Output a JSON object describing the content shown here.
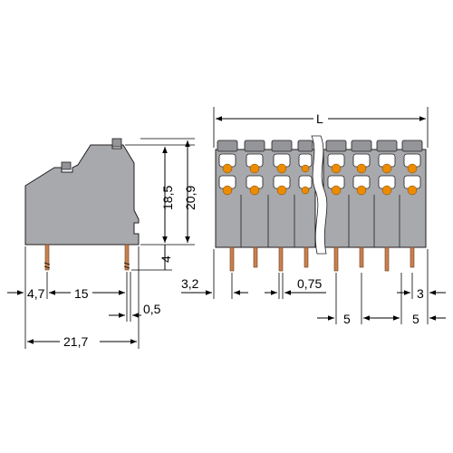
{
  "dimensions": {
    "height_top": "18,5",
    "height_total": "20,9",
    "pin_length": "4",
    "offset_left": "4,7",
    "pin_spacing": "15",
    "pin_width": "0,5",
    "total_depth": "21,7",
    "length": "L",
    "first_pin_offset": "3,2",
    "pin_thickness": "0,75",
    "last_pin_offset": "3",
    "pitch_left": "5",
    "pitch_right": "5"
  },
  "colors": {
    "housing": "#a7a9ac",
    "release_button": "#ed8b00",
    "pin": "#c8814f"
  }
}
